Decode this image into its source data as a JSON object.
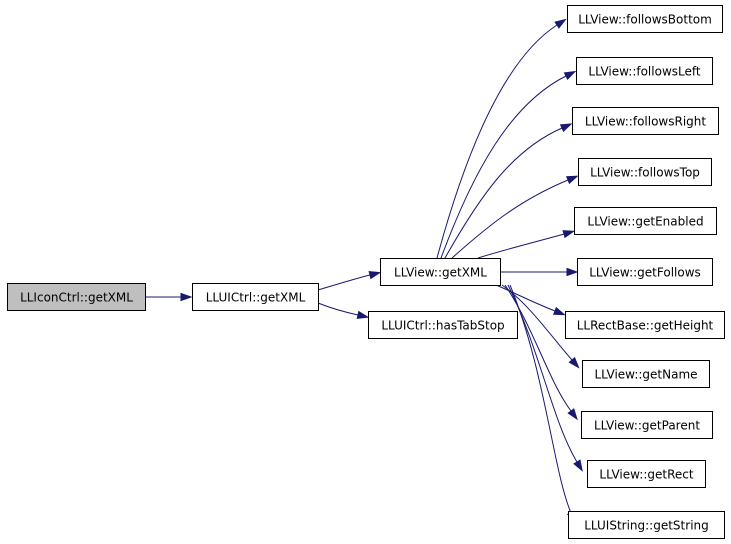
{
  "graph": {
    "nodes": [
      {
        "id": "root",
        "label": "LLIconCtrl::getXML",
        "highlighted": true
      },
      {
        "id": "uictrl_getxml",
        "label": "LLUICtrl::getXML"
      },
      {
        "id": "view_getxml",
        "label": "LLView::getXML"
      },
      {
        "id": "uictrl_hastabstop",
        "label": "LLUICtrl::hasTabStop"
      },
      {
        "id": "follows_bottom",
        "label": "LLView::followsBottom"
      },
      {
        "id": "follows_left",
        "label": "LLView::followsLeft"
      },
      {
        "id": "follows_right",
        "label": "LLView::followsRight"
      },
      {
        "id": "follows_top",
        "label": "LLView::followsTop"
      },
      {
        "id": "get_enabled",
        "label": "LLView::getEnabled"
      },
      {
        "id": "get_follows",
        "label": "LLView::getFollows"
      },
      {
        "id": "get_height",
        "label": "LLRectBase::getHeight"
      },
      {
        "id": "get_name",
        "label": "LLView::getName"
      },
      {
        "id": "get_parent",
        "label": "LLView::getParent"
      },
      {
        "id": "get_rect",
        "label": "LLView::getRect"
      },
      {
        "id": "get_string",
        "label": "LLUIString::getString"
      }
    ],
    "edges": [
      {
        "from": "root",
        "to": "uictrl_getxml"
      },
      {
        "from": "uictrl_getxml",
        "to": "view_getxml"
      },
      {
        "from": "uictrl_getxml",
        "to": "uictrl_hastabstop"
      },
      {
        "from": "view_getxml",
        "to": "follows_bottom"
      },
      {
        "from": "view_getxml",
        "to": "follows_left"
      },
      {
        "from": "view_getxml",
        "to": "follows_right"
      },
      {
        "from": "view_getxml",
        "to": "follows_top"
      },
      {
        "from": "view_getxml",
        "to": "get_enabled"
      },
      {
        "from": "view_getxml",
        "to": "get_follows"
      },
      {
        "from": "view_getxml",
        "to": "get_height"
      },
      {
        "from": "view_getxml",
        "to": "get_name"
      },
      {
        "from": "view_getxml",
        "to": "get_parent"
      },
      {
        "from": "view_getxml",
        "to": "get_rect"
      },
      {
        "from": "view_getxml",
        "to": "get_string"
      }
    ],
    "colors": {
      "edge": "#191970",
      "node_fill": "#ffffff",
      "highlight_fill": "#bfbfbf",
      "node_border": "#000000"
    }
  }
}
